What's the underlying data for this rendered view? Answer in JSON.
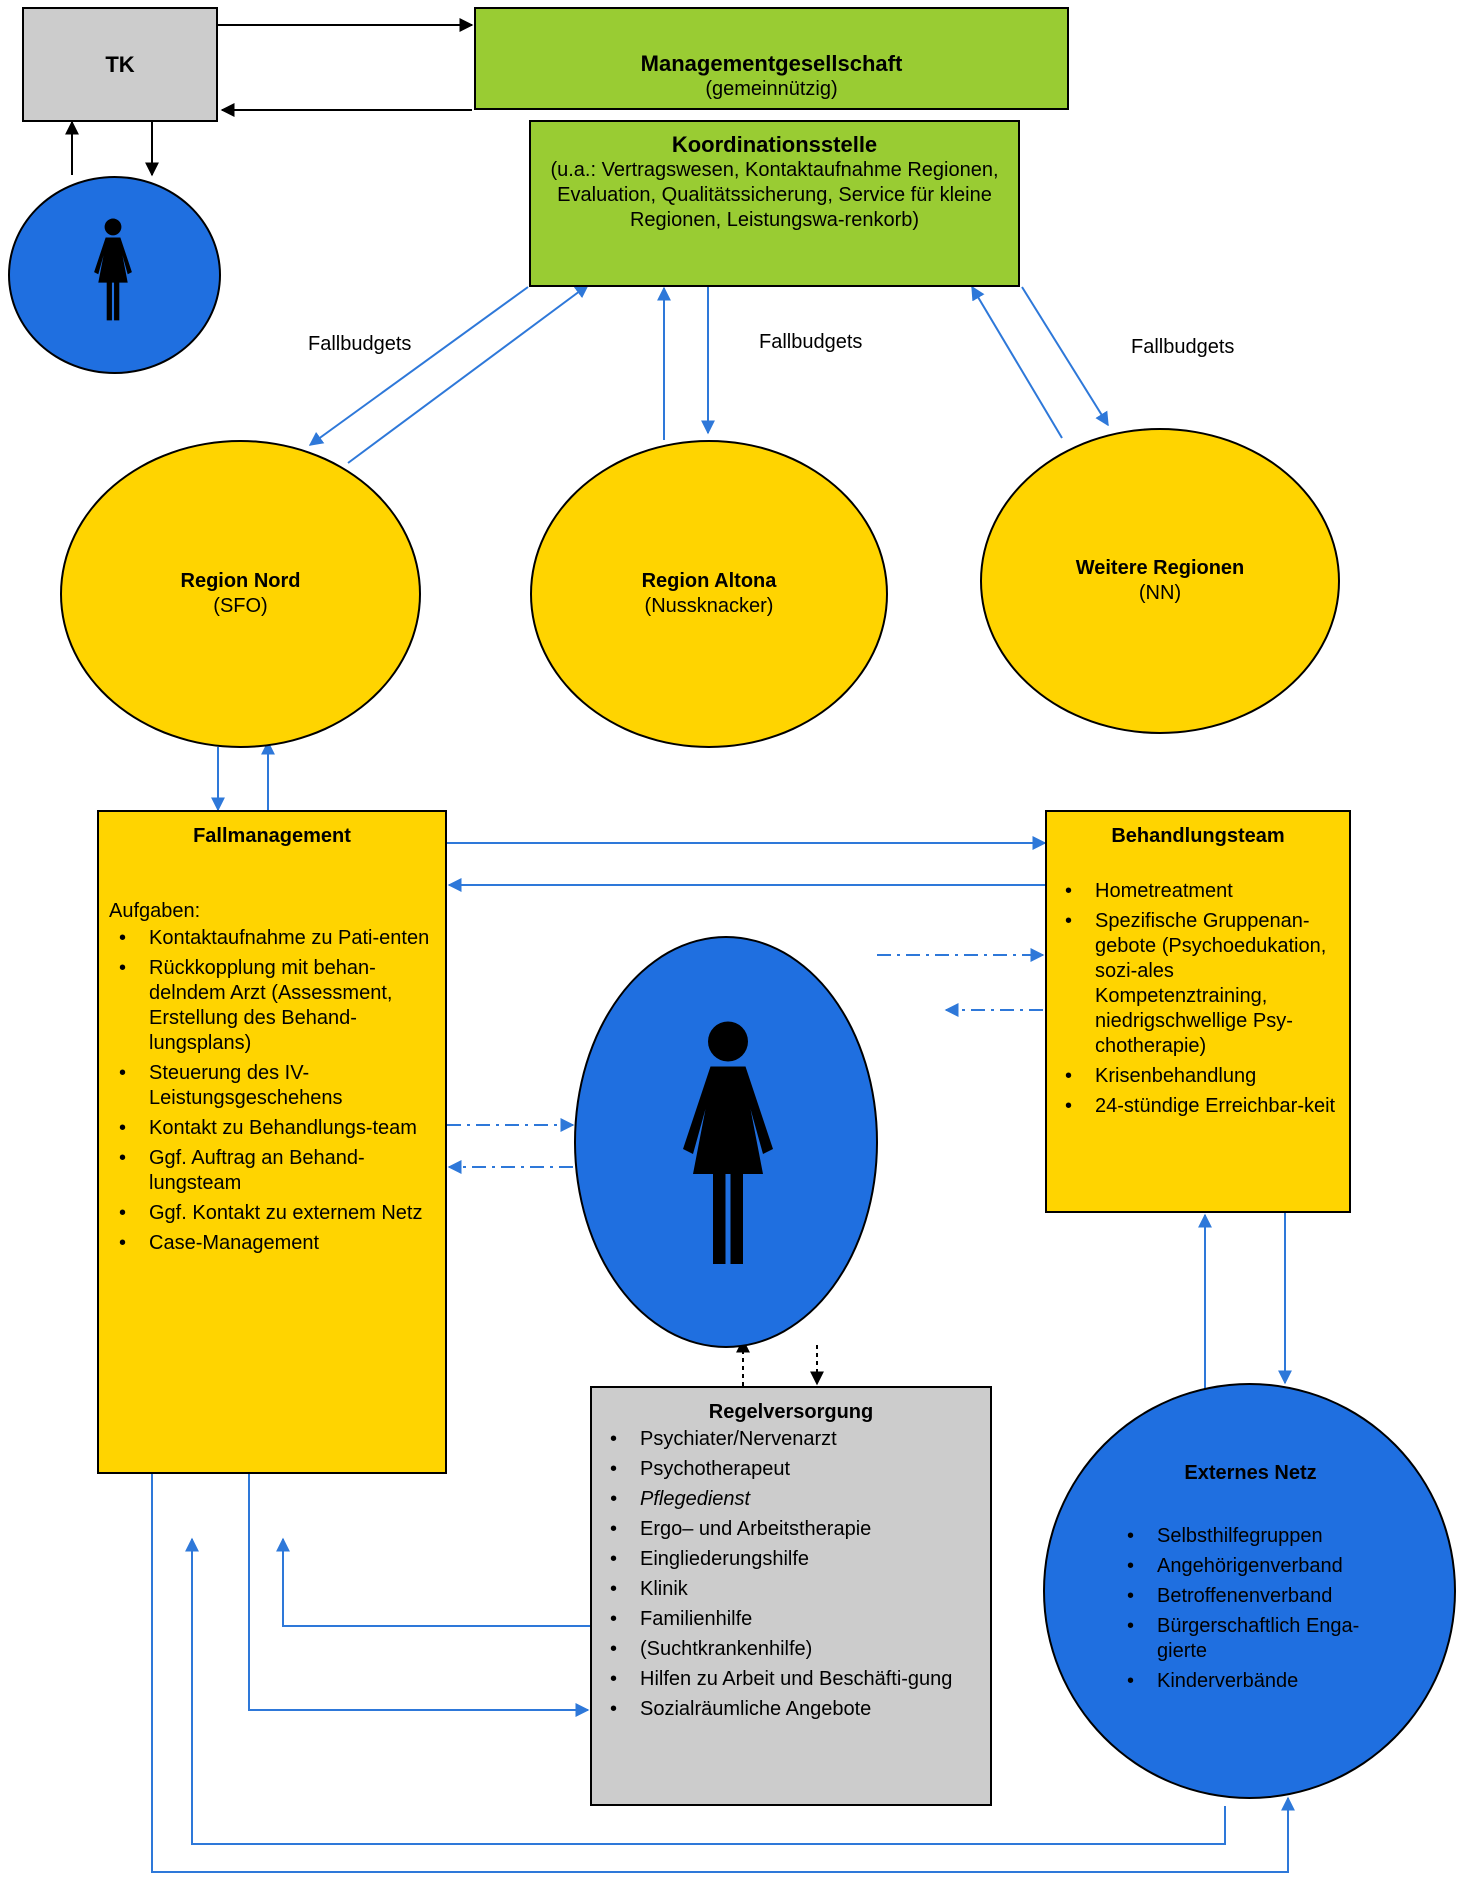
{
  "tk": {
    "label": "TK"
  },
  "management": {
    "title": "Managementgesellschaft",
    "subtitle": "(gemeinnützig)"
  },
  "koordination": {
    "title": "Koordinationsstelle",
    "text": "(u.a.: Vertragswesen, Kontaktaufnahme Regionen, Evaluation, Qualitätssicherung, Service für kleine Regionen, Leistungswa-renkorb)"
  },
  "budget_labels": [
    "Fallbudgets",
    "Fallbudgets",
    "Fallbudgets"
  ],
  "regions": [
    {
      "name": "Region Nord",
      "sub": "(SFO)"
    },
    {
      "name": "Region Altona",
      "sub": "(Nussknacker)"
    },
    {
      "name": "Weitere Regionen",
      "sub": "(NN)"
    }
  ],
  "fallmanagement": {
    "title": "Fallmanagement",
    "intro": "Aufgaben:",
    "items": [
      "Kontaktaufnahme zu Pati-enten",
      "Rückkopplung mit behan-delndem Arzt (Assessment, Erstellung des Behand-lungsplans)",
      "Steuerung des IV-Leistungsgeschehens",
      "Kontakt zu Behandlungs-team",
      "Ggf. Auftrag an Behand-lungsteam",
      "Ggf. Kontakt zu externem Netz",
      "Case-Management"
    ]
  },
  "behandlungsteam": {
    "title": "Behandlungsteam",
    "items": [
      "Hometreatment",
      "Spezifische Gruppenan-gebote (Psychoedukation, sozi-ales Kompetenztraining, niedrigschwellige Psy-chotherapie)",
      "Krisenbehandlung",
      "24-stündige Erreichbar-keit"
    ]
  },
  "regelversorgung": {
    "title": "Regelversorgung",
    "items": [
      "Psychiater/Nervenarzt",
      "Psychotherapeut",
      "Pflegedienst",
      "Ergo– und Arbeitstherapie",
      "Eingliederungshilfe",
      "Klinik",
      "Familienhilfe",
      "(Suchtkrankenhilfe)",
      "Hilfen zu Arbeit und Beschäfti-gung",
      "Sozialräumliche Angebote"
    ]
  },
  "externes_netz": {
    "title": "Externes Netz",
    "items": [
      "Selbsthilfegruppen",
      "Angehörigenverband",
      "Betroffenenverband",
      "Bürgerschaftlich Enga-gierte",
      "Kinderverbände"
    ]
  },
  "colors": {
    "green": "#99CC33",
    "gray": "#CCCCCC",
    "yellow": "#FFD400",
    "blue": "#1F6FE0",
    "arrow": "#2E78D9"
  },
  "icons": [
    "person-icon"
  ]
}
